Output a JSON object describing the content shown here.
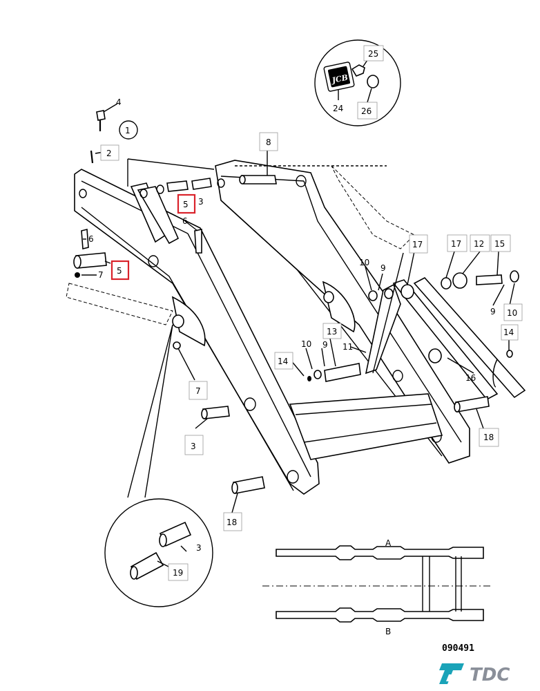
{
  "diagram_code": "090491",
  "brand": {
    "name": "TDC"
  },
  "inset_logo_text": "JCB",
  "callouts": [
    {
      "id": "c1",
      "text": "1"
    },
    {
      "id": "c2",
      "text": "2"
    },
    {
      "id": "c3a",
      "text": "3"
    },
    {
      "id": "c3b",
      "text": "3"
    },
    {
      "id": "c3c",
      "text": "3"
    },
    {
      "id": "c4",
      "text": "4"
    },
    {
      "id": "c5a",
      "text": "5"
    },
    {
      "id": "c5b",
      "text": "5"
    },
    {
      "id": "c6a",
      "text": "6"
    },
    {
      "id": "c6b",
      "text": "6"
    },
    {
      "id": "c7a",
      "text": "7"
    },
    {
      "id": "c7b",
      "text": "7"
    },
    {
      "id": "c8",
      "text": "8"
    },
    {
      "id": "c9a",
      "text": "9"
    },
    {
      "id": "c9b",
      "text": "9"
    },
    {
      "id": "c9c",
      "text": "9"
    },
    {
      "id": "c10a",
      "text": "10"
    },
    {
      "id": "c10b",
      "text": "10"
    },
    {
      "id": "c10c",
      "text": "10"
    },
    {
      "id": "c11",
      "text": "11"
    },
    {
      "id": "c12",
      "text": "12"
    },
    {
      "id": "c13",
      "text": "13"
    },
    {
      "id": "c14a",
      "text": "14"
    },
    {
      "id": "c14b",
      "text": "14"
    },
    {
      "id": "c15",
      "text": "15"
    },
    {
      "id": "c16",
      "text": "16"
    },
    {
      "id": "c17a",
      "text": "17"
    },
    {
      "id": "c17b",
      "text": "17"
    },
    {
      "id": "c18a",
      "text": "18"
    },
    {
      "id": "c18b",
      "text": "18"
    },
    {
      "id": "c19",
      "text": "19"
    },
    {
      "id": "c24",
      "text": "24"
    },
    {
      "id": "c25",
      "text": "25"
    },
    {
      "id": "c26",
      "text": "26"
    }
  ],
  "section_labels": {
    "a": "A",
    "b": "B"
  },
  "colors": {
    "line": "#000000",
    "highlight": "#d9222a",
    "brand": "#1aa3b8",
    "brand_text": "#8a8f99"
  }
}
